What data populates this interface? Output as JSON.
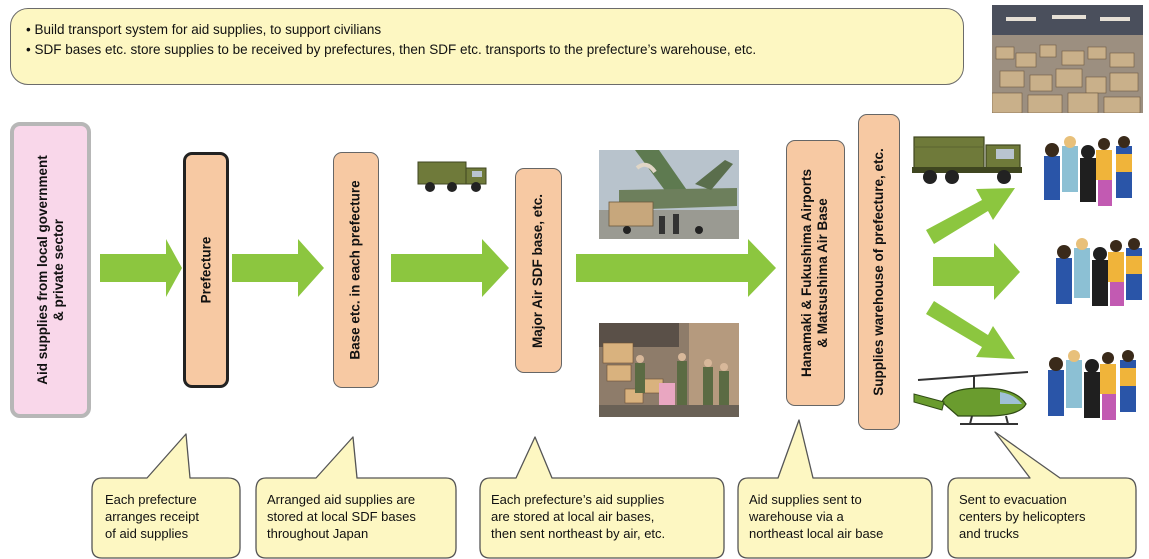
{
  "header": {
    "bullets": [
      "Build transport system for aid supplies, to support civilians",
      "SDF bases etc. store supplies to be received by prefectures, then SDF etc. transports to the prefecture’s warehouse, etc."
    ]
  },
  "source_box": {
    "line1": "Aid supplies from local government",
    "line2": "& private sector"
  },
  "nodes": {
    "prefecture": "Prefecture",
    "base": "Base etc. in each prefecture",
    "air_base": "Major Air SDF base, etc.",
    "airports_line1": "Hanamaki & Fukushima Airports",
    "airports_line2": "& Matsushima Air Base",
    "warehouse": "Supplies warehouse of prefecture, etc."
  },
  "callouts": [
    {
      "lines": [
        "Each prefecture",
        "arranges receipt",
        "of aid supplies"
      ]
    },
    {
      "lines": [
        "Arranged aid supplies are",
        "stored at local SDF bases",
        "throughout Japan"
      ]
    },
    {
      "lines": [
        "Each prefecture’s aid supplies",
        "are stored at local air bases,",
        "then sent northeast by air, etc."
      ]
    },
    {
      "lines": [
        "Aid supplies sent to",
        "warehouse via a",
        "northeast local air base"
      ]
    },
    {
      "lines": [
        "Sent to evacuation",
        "centers by helicopters",
        "and trucks"
      ]
    }
  ],
  "colors": {
    "arrow": "#8cc63f",
    "node_fill": "#f7c9a3",
    "source_fill": "#f9d7ea",
    "callout_fill": "#fdf7c2",
    "top_box_fill": "#fdf7c2"
  },
  "images": {
    "warehouse_photo": "warehouse-boxes-photo",
    "truck_small": "military-truck-icon",
    "plane_photo": "cargo-plane-loading-photo",
    "loading_photo": "soldiers-unloading-photo",
    "truck_large": "military-truck-icon",
    "helicopter": "helicopter-icon",
    "people": "evacuee-group-icon"
  }
}
